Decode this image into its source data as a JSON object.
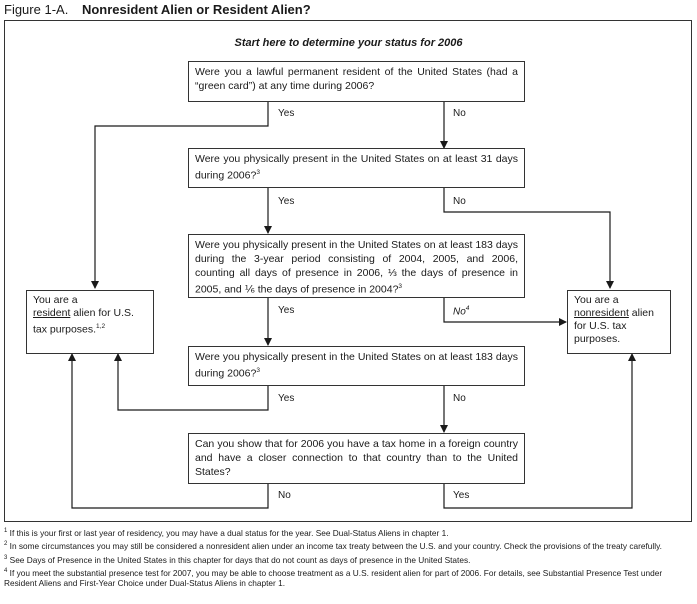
{
  "figure": {
    "number": "Figure 1-A.",
    "title": "Nonresident Alien or Resident Alien?"
  },
  "start_text": "Start here to determine your status for 2006",
  "questions": [
    {
      "text": "Were you a lawful permanent resident of the United States (had a “green card”) at any time during 2006?",
      "yes": "Yes",
      "no": "No"
    },
    {
      "text": "Were you physically present in the United States on at least 31 days during 2006?",
      "sup": "3",
      "yes": "Yes",
      "no": "No"
    },
    {
      "text": "Were you physically present in the United States on at least 183 days during the 3-year period consisting of 2004, 2005, and 2006, counting all days of presence in 2006, ⅓ the days of presence in 2005, and ⅙ the days of presence in 2004?",
      "sup": "3",
      "yes": "Yes",
      "no": "No",
      "no_sup": "4"
    },
    {
      "text": "Were you physically present in the United States on at least 183 days during 2006?",
      "sup": "3",
      "yes": "Yes",
      "no": "No"
    },
    {
      "text": "Can you show that for 2006 you have a tax home in a foreign country and have a closer connection to that country than to the United States?",
      "yes": "Yes",
      "no": "No"
    }
  ],
  "resident_box": {
    "line1": "You are a",
    "emph": "resident",
    "line2": " alien for U.S. tax purposes.",
    "sup": "1,2"
  },
  "nonresident_box": {
    "line1": "You are a",
    "emph": "nonresident",
    "line2": " alien for U.S. tax purposes."
  },
  "footnotes": [
    {
      "mark": "1",
      "text": "If this is your first or last year of residency, you may have a dual status for the year. See Dual-Status Aliens in chapter 1."
    },
    {
      "mark": "2",
      "text": "In some circumstances you may still be considered a nonresident alien under an income tax treaty between the U.S. and your country. Check the provisions of the treaty carefully."
    },
    {
      "mark": "3",
      "text": "See Days of Presence in the United States in this chapter for days that do not count as days of presence in the United States."
    },
    {
      "mark": "4",
      "text": "If you meet the substantial presence test for 2007, you may be able to choose treatment as a U.S. resident alien for part of 2006. For details, see Substantial Presence Test under Resident Aliens and First-Year Choice under Dual-Status Aliens in chapter 1."
    }
  ]
}
